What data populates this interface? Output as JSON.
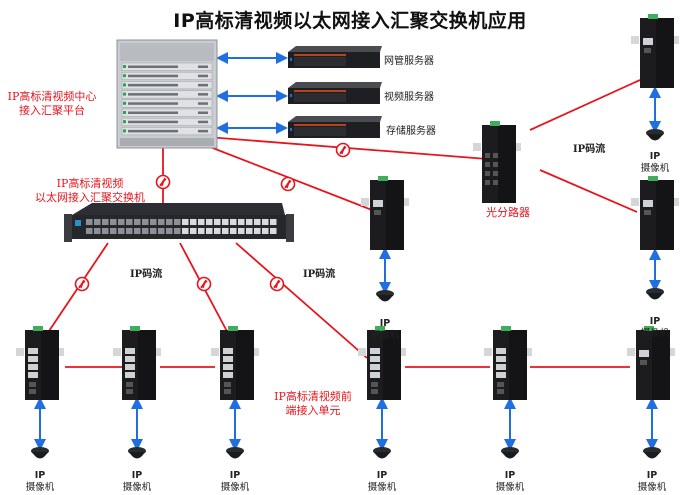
{
  "title": "IP高标清视频以太网接入汇聚交换机应用",
  "colors": {
    "fiber_link": "#e8141c",
    "ethernet_link": "#1f6fe0",
    "label_red": "#e8141c",
    "device_body": "#1c1c1e",
    "chassis": "#c9ccd0",
    "din_rail": "#d4d6d8"
  },
  "labels": {
    "core_platform": [
      "IP高标清视频中心",
      "接入汇聚平台"
    ],
    "aggregation_switch": [
      "IP高标清视频",
      "以太网接入汇聚交换机"
    ],
    "optical_splitter": "光分路器",
    "front_access_unit": [
      "IP高标清视频前",
      "端接入单元"
    ],
    "stream_labels": [
      "IP码流",
      "IP码流",
      "IP码流"
    ]
  },
  "servers": [
    {
      "label": "网管服务器"
    },
    {
      "label": "视频服务器"
    },
    {
      "label": "存储服务器"
    }
  ],
  "camera": {
    "line1": "IP",
    "line2": "摄像机"
  },
  "icons": {
    "fiber_symbol": "fiber-link-icon",
    "camera": "dome-camera-icon",
    "arrow": "bidirectional-arrow-icon"
  }
}
